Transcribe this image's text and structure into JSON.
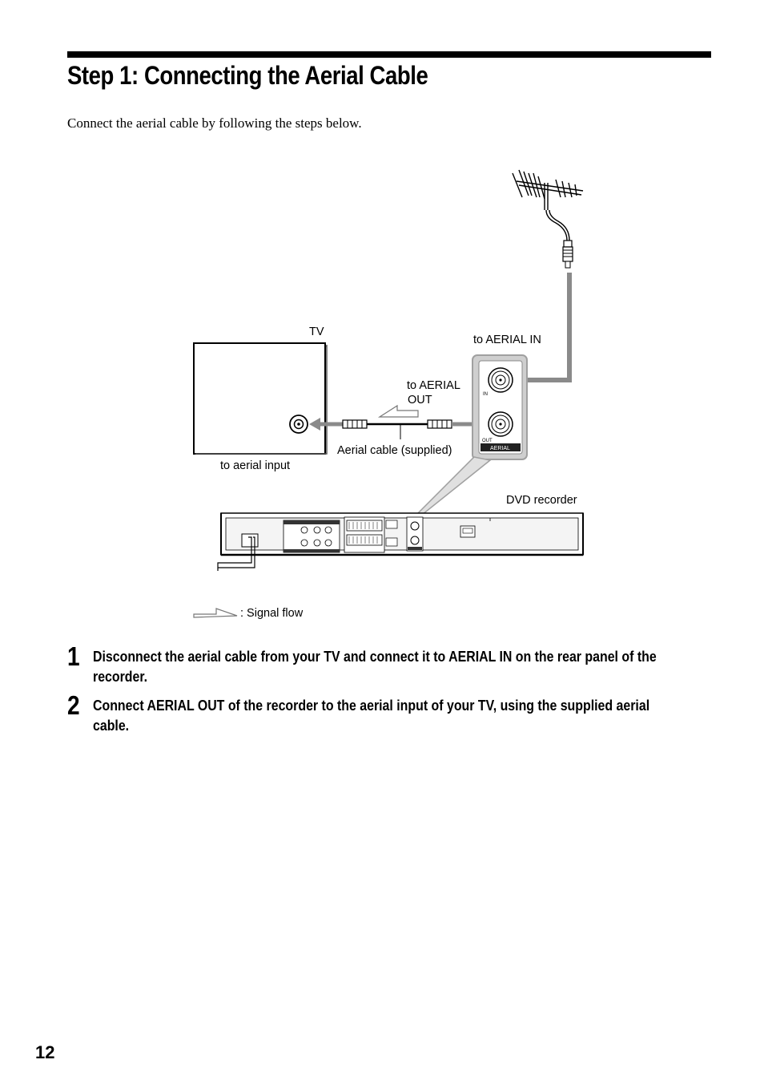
{
  "header": {
    "title": "Step 1: Connecting the Aerial Cable",
    "intro": "Connect the aerial cable by following the steps below."
  },
  "diagram": {
    "tv_label": "TV",
    "to_aerial_input": "to aerial input",
    "to_aerial_in": "to AERIAL IN",
    "to_aerial_out_line1": "to AERIAL",
    "to_aerial_out_line2": "OUT",
    "aerial_cable": "Aerial cable (supplied)",
    "dvd_recorder": "DVD recorder",
    "panel_in": "IN",
    "panel_out": "OUT",
    "panel_aerial": "AERIAL",
    "legend_signal_flow": ": Signal flow"
  },
  "steps": [
    {
      "number": "1",
      "text": "Disconnect the aerial cable from your TV and connect it to AERIAL IN on the rear panel of the recorder."
    },
    {
      "number": "2",
      "text": "Connect AERIAL OUT of the recorder to the aerial input of your TV, using the supplied aerial cable."
    }
  ],
  "footer": {
    "page_number": "12"
  }
}
